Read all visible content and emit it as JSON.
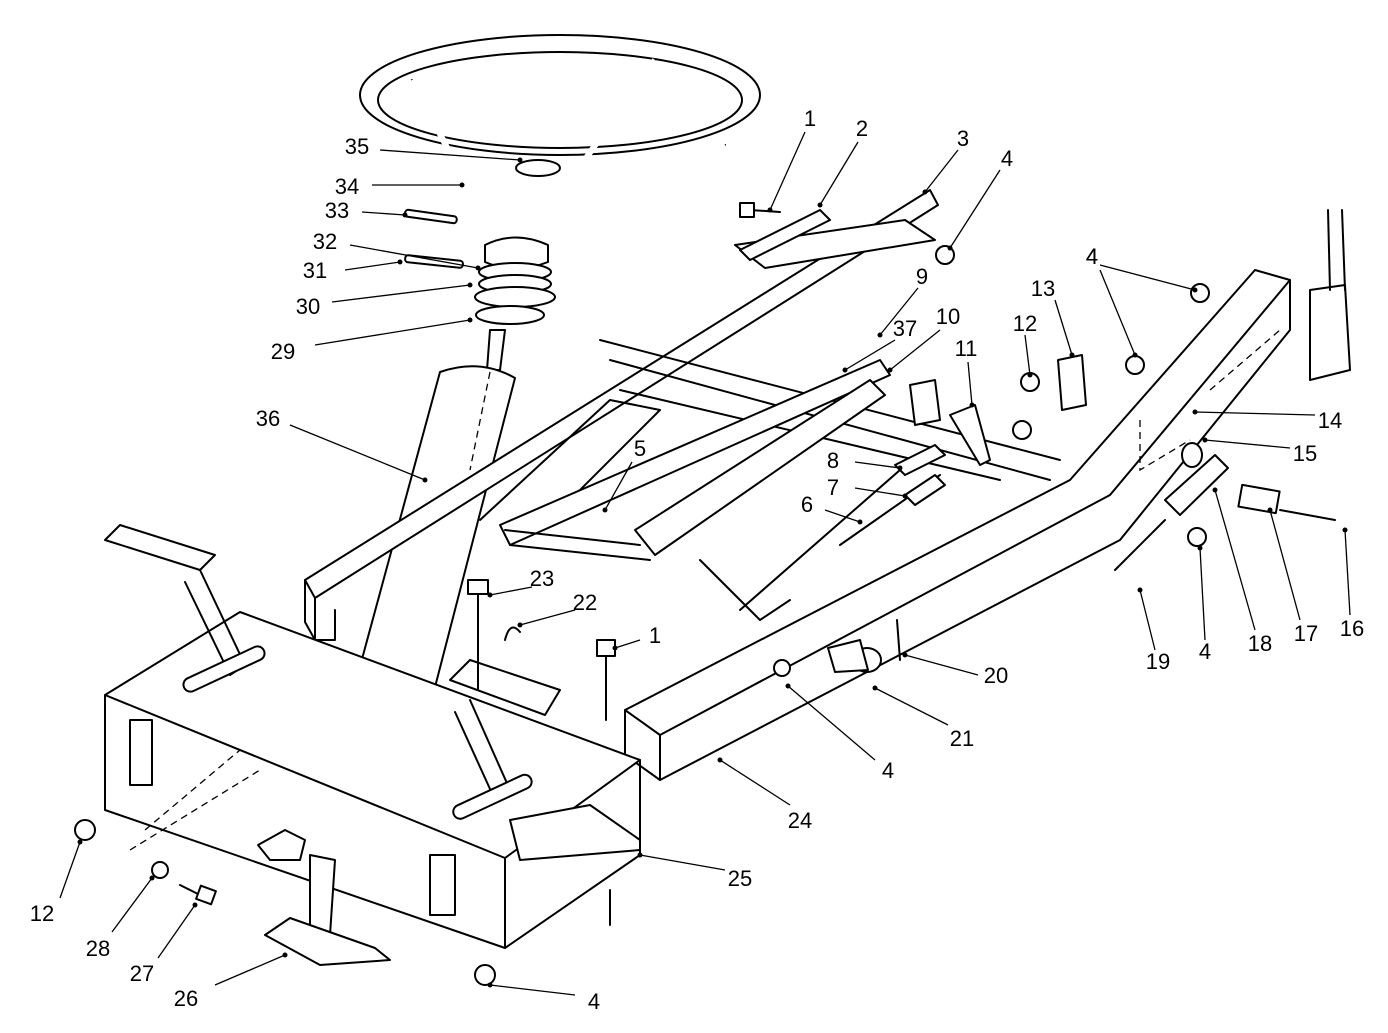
{
  "diagram": {
    "labels": [
      "1",
      "2",
      "3",
      "4",
      "4",
      "9",
      "37",
      "10",
      "13",
      "4",
      "12",
      "11",
      "14",
      "15",
      "8",
      "7",
      "6",
      "5",
      "16",
      "17",
      "18",
      "4",
      "19",
      "20",
      "21",
      "4",
      "24",
      "25",
      "22",
      "23",
      "1",
      "36",
      "35",
      "34",
      "33",
      "32",
      "31",
      "30",
      "29",
      "12",
      "28",
      "27",
      "26",
      "4"
    ]
  }
}
